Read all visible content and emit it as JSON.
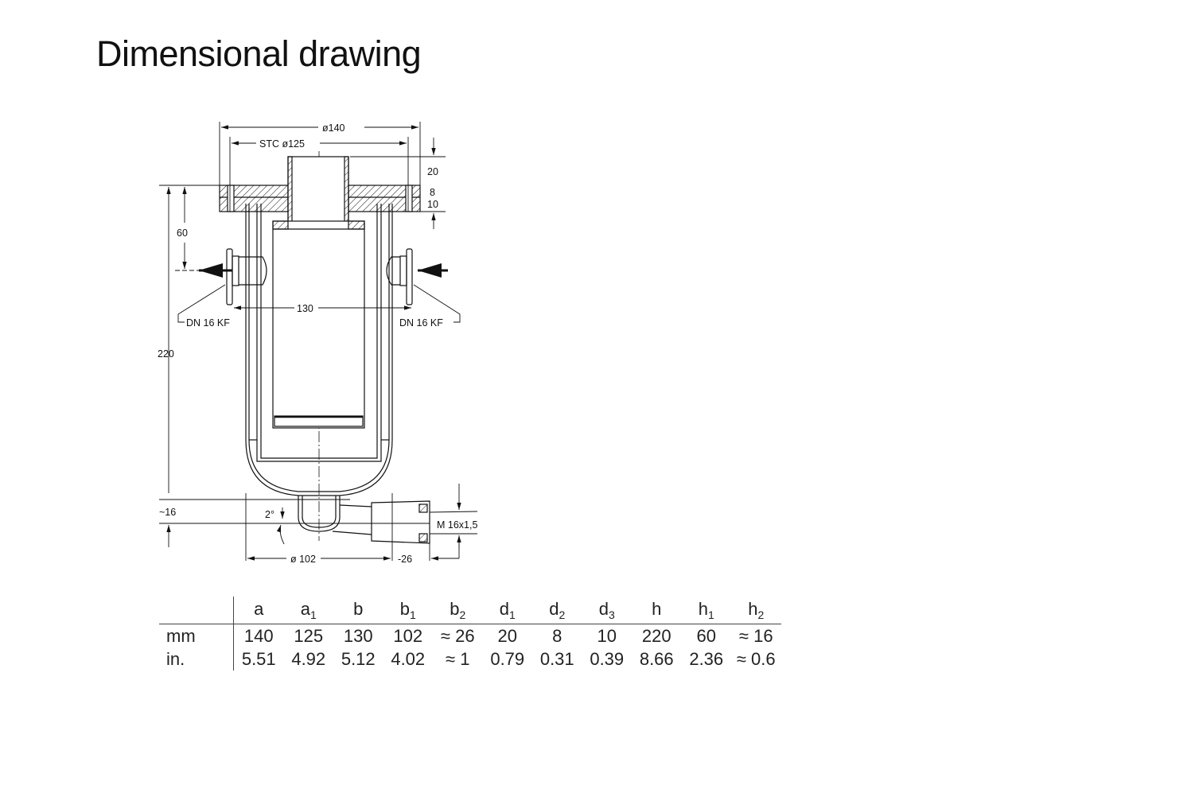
{
  "page": {
    "title": "Dimensional drawing"
  },
  "drawing": {
    "labels": {
      "d140": "ø140",
      "stc": "STC ø125",
      "d20": "20",
      "d8": "8",
      "d10": "10",
      "d60": "60",
      "d130": "130",
      "dn_left": "DN 16 KF",
      "dn_right": "DN 16 KF",
      "d220": "220",
      "d16": "~16",
      "angle": "2°",
      "thread": "M 16x1,5",
      "d102": "ø 102",
      "d26": "-26"
    }
  },
  "table": {
    "headers": [
      {
        "base": "a",
        "sub": ""
      },
      {
        "base": "a",
        "sub": "1"
      },
      {
        "base": "b",
        "sub": ""
      },
      {
        "base": "b",
        "sub": "1"
      },
      {
        "base": "b",
        "sub": "2"
      },
      {
        "base": "d",
        "sub": "1"
      },
      {
        "base": "d",
        "sub": "2"
      },
      {
        "base": "d",
        "sub": "3"
      },
      {
        "base": "h",
        "sub": ""
      },
      {
        "base": "h",
        "sub": "1"
      },
      {
        "base": "h",
        "sub": "2"
      }
    ],
    "rows": [
      {
        "unit": "mm",
        "values": [
          "140",
          "125",
          "130",
          "102",
          "≈ 26",
          "20",
          "8",
          "10",
          "220",
          "60",
          "≈ 16"
        ]
      },
      {
        "unit": "in.",
        "values": [
          "5.51",
          "4.92",
          "5.12",
          "4.02",
          "≈ 1",
          "0.79",
          "0.31",
          "0.39",
          "8.66",
          "2.36",
          "≈ 0.6"
        ]
      }
    ]
  }
}
